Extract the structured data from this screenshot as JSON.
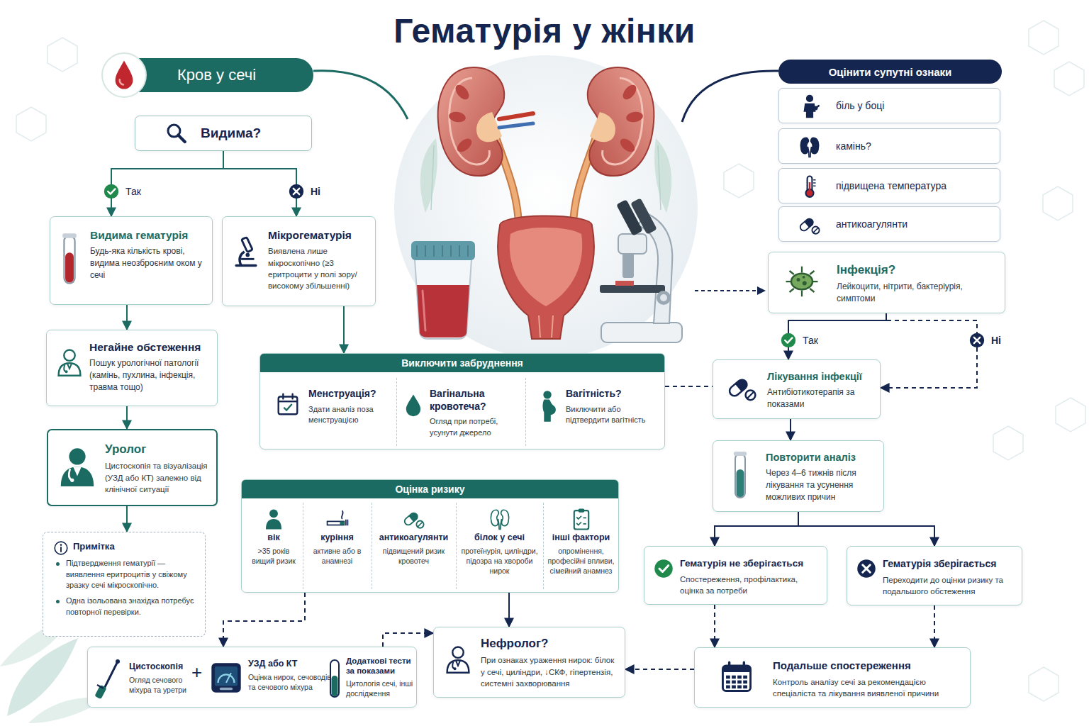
{
  "diagram": {
    "title": "Гематурія у жінки",
    "nodes": [
      {
        "text": [
          "Кров у сечі"
        ]
      },
      {
        "text": [
          "Видима?"
        ]
      },
      {
        "text": [
          "Видима гематурія",
          "Будь-яка кількість крові, видима неозброєним оком у сечі"
        ]
      },
      {
        "text": [
          "Мікрогематурія",
          "Виявлена лише мікроскопічно (≥3 еритроцити у полі зору/високому збільшенні)"
        ]
      },
      {
        "text": [
          "Негайне обстеження",
          "Пошук урологічної патології (камінь, пухлина, інфекція, травма тощо)"
        ]
      },
      {
        "text": [
          "Уролог",
          "Цистоскопія та візуалізація (УЗД або КТ) залежно від клінічної ситуації"
        ]
      },
      {
        "text": [
          "Примітка",
          "Підтвердження гематурії — виявлення еритроцитів у свіжому зразку сечі мікроскопічно.",
          "Одна ізольована знахідка потребує повторної перевірки."
        ]
      },
      {
        "text": [
          "Виключити забруднення"
        ]
      },
      {
        "text": [
          "Менструація?",
          "Здати аналіз поза менструацією"
        ],
        "in": 7
      },
      {
        "text": [
          "Вагінальна кровотеча?",
          "Огляд при потребі, усунути джерело"
        ],
        "in": 7
      },
      {
        "text": [
          "Вагітність?",
          "Виключити або підтвердити вагітність"
        ],
        "in": 7
      },
      {
        "text": [
          "Оцінка ризику"
        ]
      },
      {
        "text": [
          "вік",
          ">35 років вищий ризик"
        ],
        "in": 11
      },
      {
        "text": [
          "куріння",
          "активне або в анамнезі"
        ],
        "in": 11
      },
      {
        "text": [
          "антикоагулянти",
          "підвищений ризик кровотеч"
        ],
        "in": 11
      },
      {
        "text": [
          "білок у сечі",
          "протеїнурія, циліндри, підозра на хвороби нирок"
        ],
        "in": 11
      },
      {
        "text": [
          "інші фактори",
          "опромінення, професійні впливи, сімейний анамнез"
        ],
        "in": 11
      },
      {
        "text": [
          "Цистоскопія",
          "Огляд сечового міхура та уретри",
          "УЗД або КТ",
          "Оцінка нирок, сечоводів та сечового міхура",
          "Додаткові тести за показами",
          "Цитологія сечі, інші дослідження"
        ]
      },
      {
        "text": [
          "Нефролог?",
          "При ознаках ураження нирок: білок у сечі, циліндри, ↓СКФ, гіпертензія, системні захворювання"
        ]
      },
      {
        "text": [
          "Оцінити супутні ознаки"
        ]
      },
      {
        "text": [
          "біль у боці"
        ]
      },
      {
        "text": [
          "камінь?"
        ]
      },
      {
        "text": [
          "підвищена температура"
        ]
      },
      {
        "text": [
          "антикоагулянти"
        ]
      },
      {
        "text": [
          "Інфекція?",
          "Лейкоцити, нітрити, бактеріурія, симптоми"
        ]
      },
      {
        "text": [
          "Лікування інфекції",
          "Антибіотикотерапія за показами"
        ]
      },
      {
        "text": [
          "Повторити аналіз",
          "Через 4–6 тижнів після лікування та усунення можливих причин"
        ]
      },
      {
        "text": [
          "Гематурія не зберігається",
          "Спостереження, профілактика, оцінка за потреби"
        ]
      },
      {
        "text": [
          "Гематурія зберігається",
          "Переходити до оцінки ризику та подальшого обстеження"
        ]
      },
      {
        "text": [
          "Подальше спостереження",
          "Контроль аналізу сечі за рекомендацією спеціаліста та лікування виявленої причини"
        ]
      }
    ],
    "edges": [
      {
        "from": 1,
        "to": 2,
        "arrow": "to",
        "label": "Так"
      },
      {
        "from": 1,
        "to": 3,
        "arrow": "to",
        "label": "Ні"
      },
      {
        "from": 2,
        "to": 4,
        "arrow": "to"
      },
      {
        "from": 4,
        "to": 5,
        "arrow": "to"
      },
      {
        "from": 5,
        "to": 6,
        "arrow": "to"
      },
      {
        "from": 3,
        "to": 7,
        "arrow": "to"
      },
      {
        "from": 7,
        "to": 25,
        "arrow": "none"
      },
      {
        "from": 24,
        "to": 25,
        "arrow": "to",
        "label": "Так"
      },
      {
        "from": 24,
        "to": 25,
        "arrow": "to",
        "label": "Ні"
      },
      {
        "from": 25,
        "to": 26,
        "arrow": "to"
      },
      {
        "from": 26,
        "to": 27,
        "arrow": "to"
      },
      {
        "from": 26,
        "to": 28,
        "arrow": "to"
      },
      {
        "from": 27,
        "to": 29,
        "arrow": "to"
      },
      {
        "from": 28,
        "to": 29,
        "arrow": "to"
      },
      {
        "from": 29,
        "to": 18,
        "arrow": "to"
      },
      {
        "from": 11,
        "to": 18,
        "arrow": "to"
      },
      {
        "from": 11,
        "to": 17,
        "arrow": "to"
      },
      {
        "from": 17,
        "to": 18,
        "arrow": "to"
      }
    ],
    "labels": [
      "+"
    ]
  }
}
